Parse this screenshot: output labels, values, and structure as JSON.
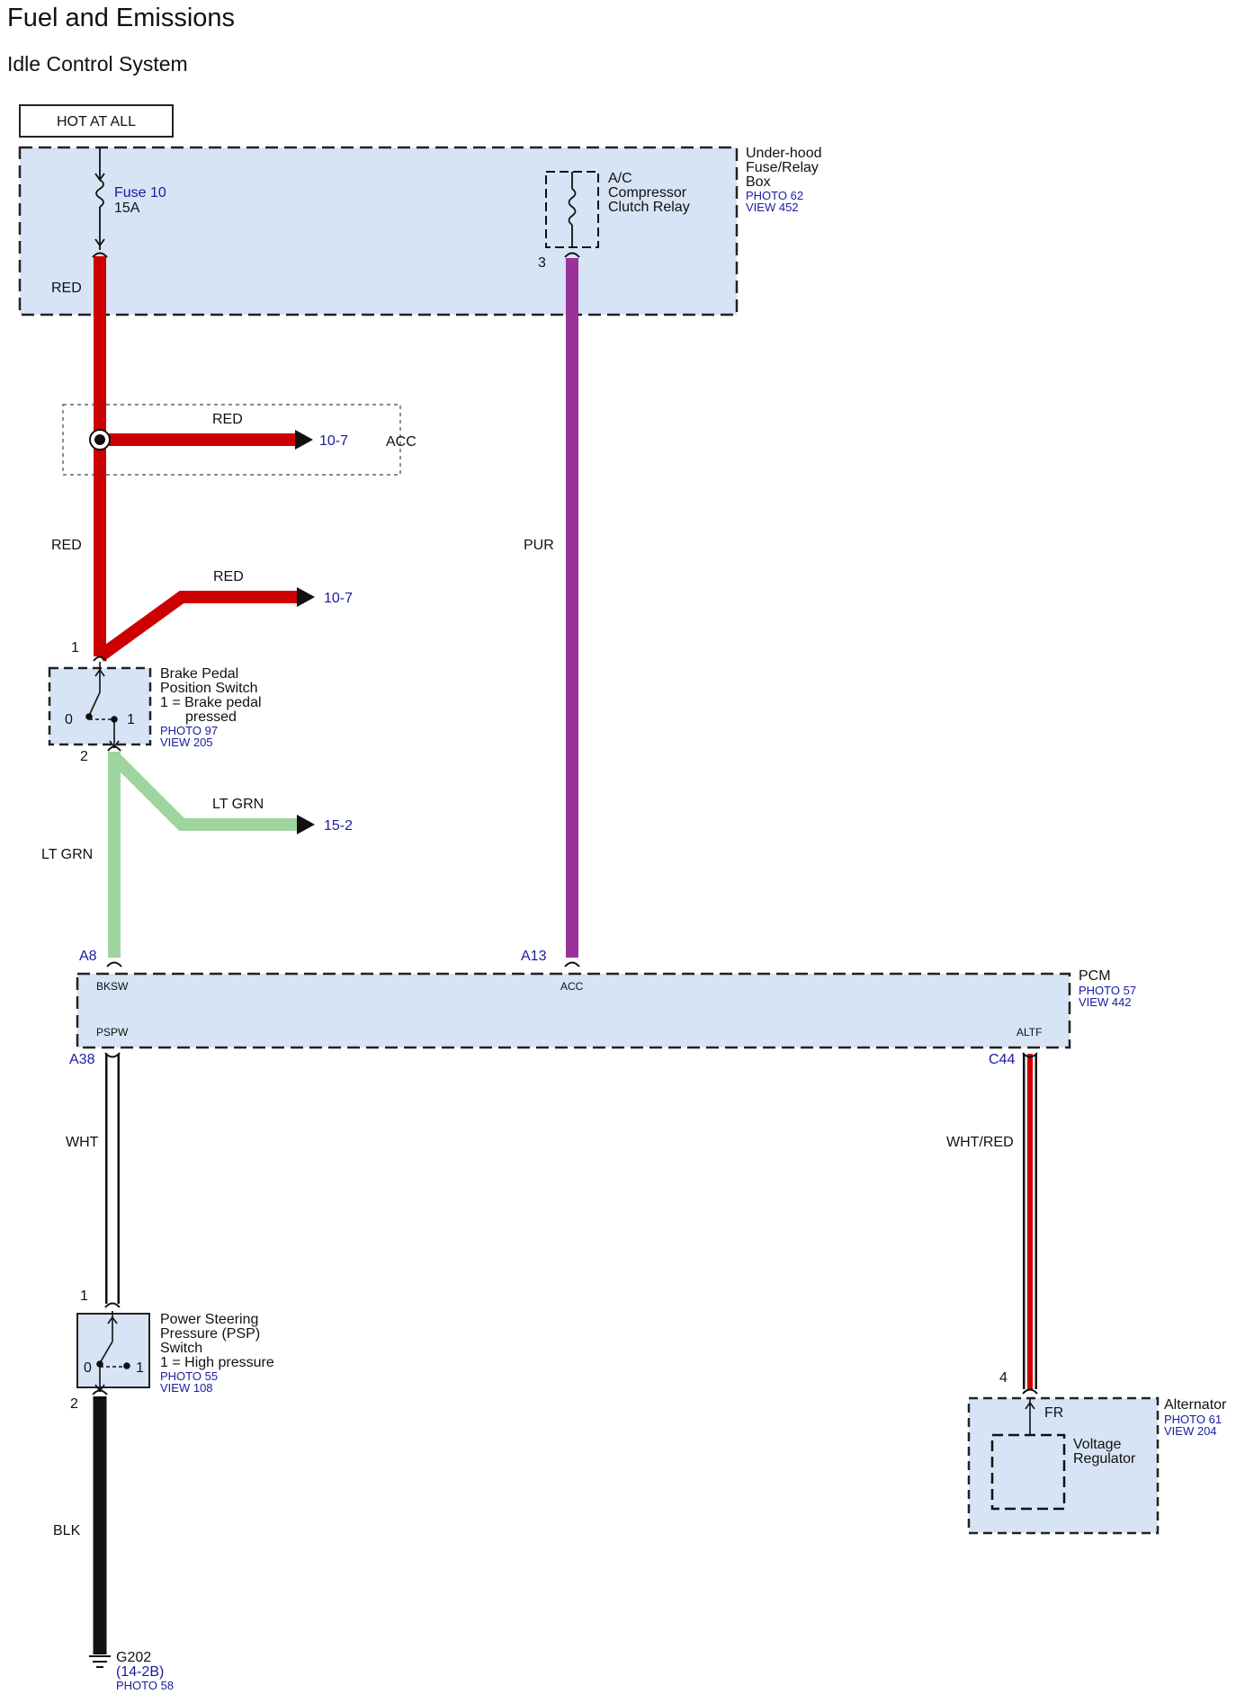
{
  "header": {
    "title": "Fuel and Emissions",
    "subtitle": "Idle Control System"
  },
  "hot_label": "HOT AT ALL",
  "fuse_box": {
    "name_lines": [
      "Under-hood",
      "Fuse/Relay",
      "Box"
    ],
    "photo": "PHOTO 62",
    "view": "VIEW 452",
    "fuse_name": "Fuse 10",
    "fuse_rating": "15A",
    "relay_lines": [
      "A/C",
      "Compressor",
      "Clutch Relay"
    ],
    "relay_pin": "3"
  },
  "wires": {
    "red_main": "RED",
    "red_splice": "RED",
    "red_mid": "RED",
    "red_branch": "RED",
    "pur": "PUR",
    "ltgrn_main": "LT GRN",
    "ltgrn_branch": "LT GRN",
    "wht": "WHT",
    "whtred": "WHT/RED",
    "blk": "BLK"
  },
  "refs": {
    "acc_ref_1": "10-7",
    "acc_ref_2": "10-7",
    "ltgrn_ref": "15-2",
    "acc_label": "ACC"
  },
  "brake_switch": {
    "name_lines": [
      "Brake Pedal",
      "Position Switch",
      "1 = Brake pedal",
      "pressed"
    ],
    "photo": "PHOTO 97",
    "view": "VIEW 205",
    "pin_top": "1",
    "pin_bottom": "2",
    "pos0": "0",
    "pos1": "1"
  },
  "pcm": {
    "name": "PCM",
    "photo": "PHOTO 57",
    "view": "VIEW 442",
    "pin_a8": "A8",
    "pin_a13": "A13",
    "pin_a38": "A38",
    "pin_c44": "C44",
    "term_bksw": "BKSW",
    "term_acc": "ACC",
    "term_pspw": "PSPW",
    "term_altf": "ALTF"
  },
  "psp_switch": {
    "name_lines": [
      "Power Steering",
      "Pressure (PSP)",
      "Switch",
      "1 = High pressure"
    ],
    "photo": "PHOTO 55",
    "view": "VIEW 108",
    "pin_top": "1",
    "pin_bottom": "2",
    "pos0": "0",
    "pos1": "1"
  },
  "alternator": {
    "name": "Alternator",
    "photo": "PHOTO 61",
    "view": "VIEW 204",
    "pin": "4",
    "fr": "FR",
    "reg_lines": [
      "Voltage",
      "Regulator"
    ]
  },
  "ground": {
    "name": "G202",
    "ref": "(14-2B)",
    "photo": "PHOTO 58"
  },
  "colors": {
    "red": "#cc0000",
    "purple": "#993399",
    "lt_green": "#9ed49e",
    "black": "#111111",
    "box_fill": "#d6e4f5",
    "ref_blue": "#1a1aa0"
  }
}
